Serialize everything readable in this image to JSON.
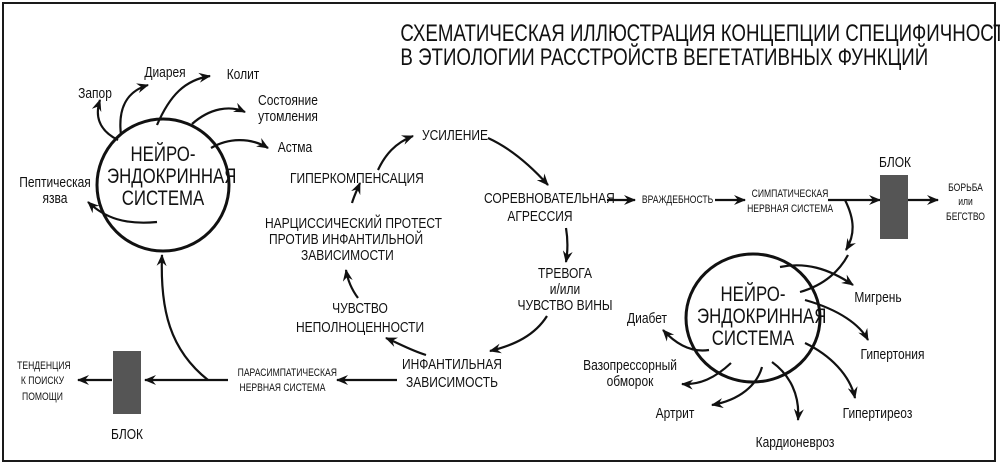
{
  "title": {
    "line1": "СХЕМАТИЧЕСКАЯ ИЛЛЮСТРАЦИЯ КОНЦЕПЦИИ СПЕЦИФИЧНОСТИ",
    "line2": "В ЭТИОЛОГИИ РАССТРОЙСТВ ВЕГЕТАТИВНЫХ ФУНКЦИЙ"
  },
  "left_system": {
    "label_lines": [
      "НЕЙРО-",
      "ЭНДОКРИННАЯ",
      "СИСТЕМА"
    ],
    "outcomes": [
      "Запор",
      "Диарея",
      "Колит",
      "Состояние утомления",
      "Астма",
      "Пептическая язва"
    ],
    "outcome_lines": {
      "zapor": "Запор",
      "diareya": "Диарея",
      "kolit": "Колит",
      "sostoyanie_1": "Состояние",
      "sostoyanie_2": "утомления",
      "astma": "Астма",
      "yazva_1": "Пептическая",
      "yazva_2": "язва"
    }
  },
  "cycle": {
    "usilenie": "УСИЛЕНИЕ",
    "agressiya_1": "СОРЕВНОВАТЕЛЬНАЯ",
    "agressiya_2": "АГРЕССИЯ",
    "trevoga_1": "ТРЕВОГА",
    "trevoga_2": "и/или",
    "trevoga_3": "ЧУВСТВО ВИНЫ",
    "zavisimost_1": "ИНФАНТИЛЬНАЯ",
    "zavisimost_2": "ЗАВИСИМОСТЬ",
    "chuvstvo_1": "ЧУВСТВО",
    "chuvstvo_2": "НЕПОЛНОЦЕННОСТИ",
    "protest_1": "НАРЦИССИЧЕСКИЙ ПРОТЕСТ",
    "protest_2": "ПРОТИВ ИНФАНТИЛЬНОЙ",
    "protest_3": "ЗАВИСИМОСТИ",
    "giperkomp": "ГИПЕРКОМПЕНСАЦИЯ"
  },
  "sympathetic_path": {
    "vrazhdebnost": "ВРАЖДЕБНОСТЬ",
    "nerve_1": "СИМПАТИЧЕСКАЯ",
    "nerve_2": "НЕРВНАЯ СИСТЕМА",
    "block": "БЛОК",
    "result_1": "БОРЬБА",
    "result_2": "или",
    "result_3": "БЕГСТВО"
  },
  "parasympathetic_path": {
    "nerve_1": "ПАРАСИМПАТИЧЕСКАЯ",
    "nerve_2": "НЕРВНАЯ СИСТЕМА",
    "block": "БЛОК",
    "result_1": "ТЕНДЕНЦИЯ",
    "result_2": "К ПОИСКУ",
    "result_3": "ПОМОЩИ"
  },
  "right_system": {
    "label_lines": [
      "НЕЙРО-",
      "ЭНДОКРИННАЯ",
      "СИСТЕМА"
    ],
    "outcome_lines": {
      "migren": "Мигрень",
      "gipertoniya": "Гипертония",
      "gipertireoz": "Гипертиреоз",
      "kardionevroz": "Кардионевроз",
      "artrit": "Артрит",
      "vazo_1": "Вазопрессорный",
      "vazo_2": "обморок",
      "diabet": "Диабет"
    }
  },
  "colors": {
    "line": "#111111",
    "block": "#555555",
    "border": "#1a1a1a"
  }
}
